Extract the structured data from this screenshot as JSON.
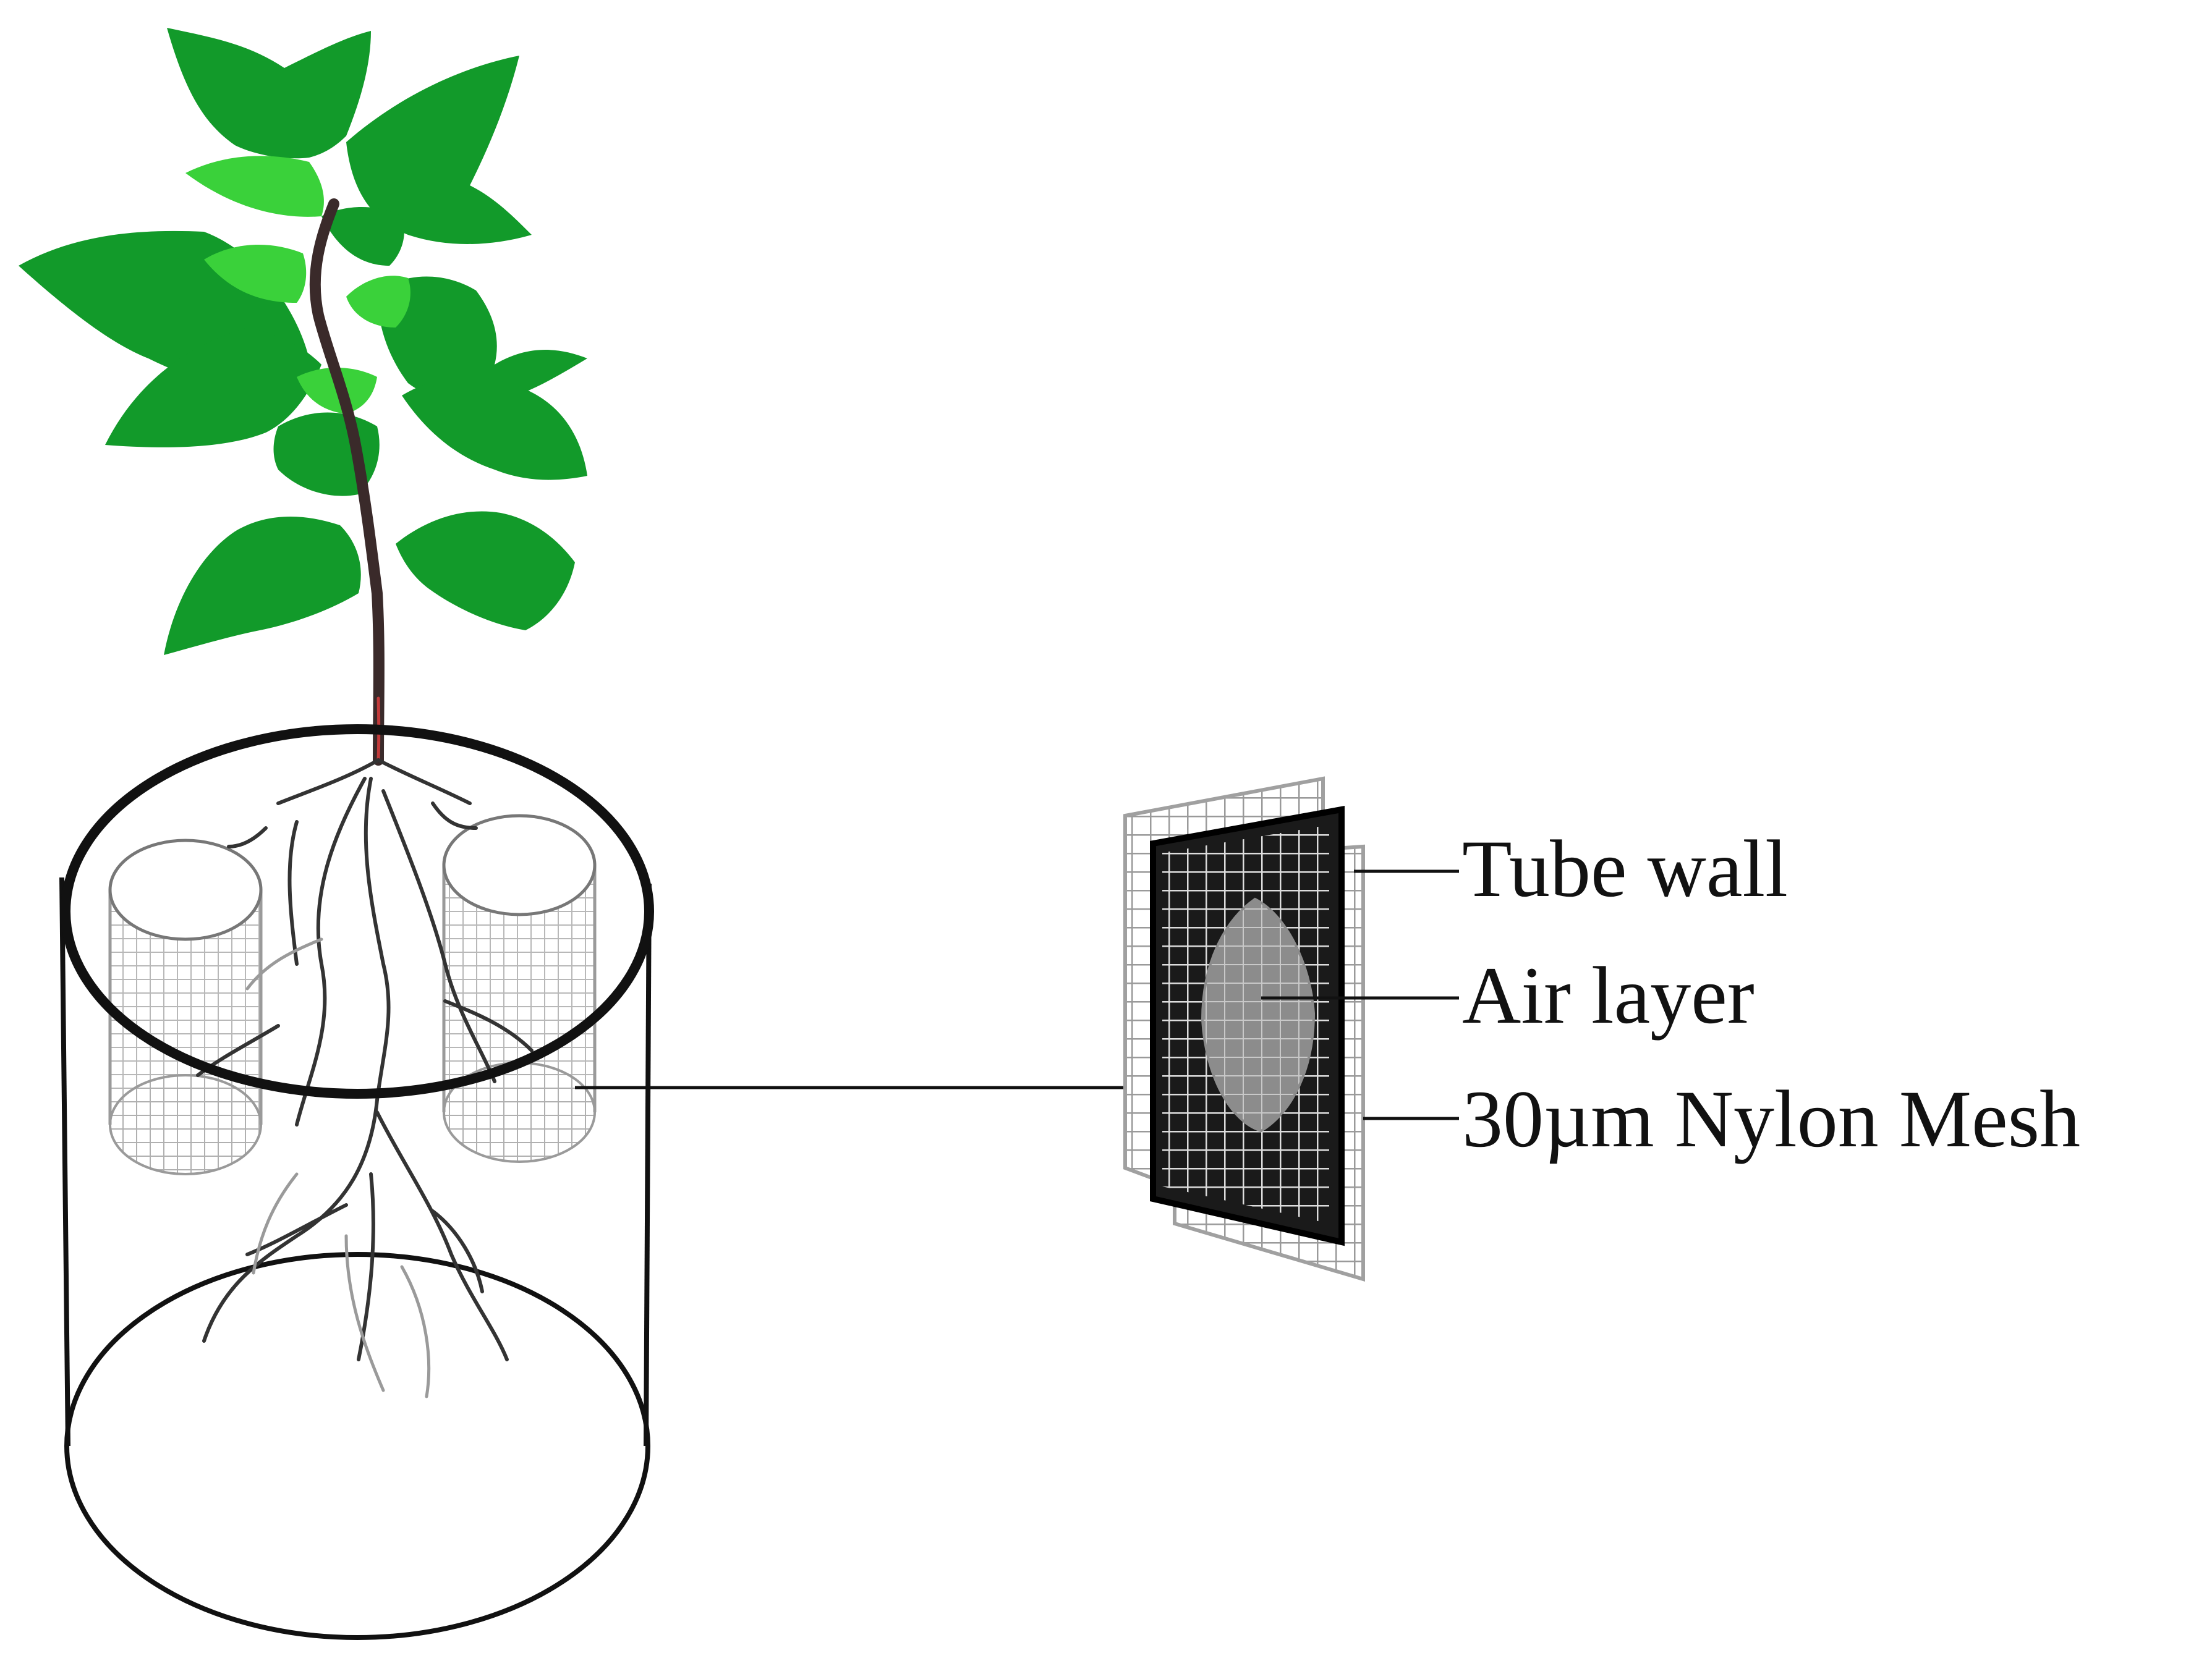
{
  "labels": {
    "tube_wall": "Tube wall",
    "air_layer": "Air layer",
    "nylon_mesh": "30µm Nylon Mesh"
  },
  "colors": {
    "background": "#ffffff",
    "outline": "#111111",
    "leaf_dark": "#129a2a",
    "leaf_light": "#3ad13a",
    "stem": "#3a2a2a",
    "root": "#333333",
    "mesh_light": "#b5b5b5",
    "mesh_dark": "#1a1a1a",
    "air": "#8c8c8c"
  }
}
